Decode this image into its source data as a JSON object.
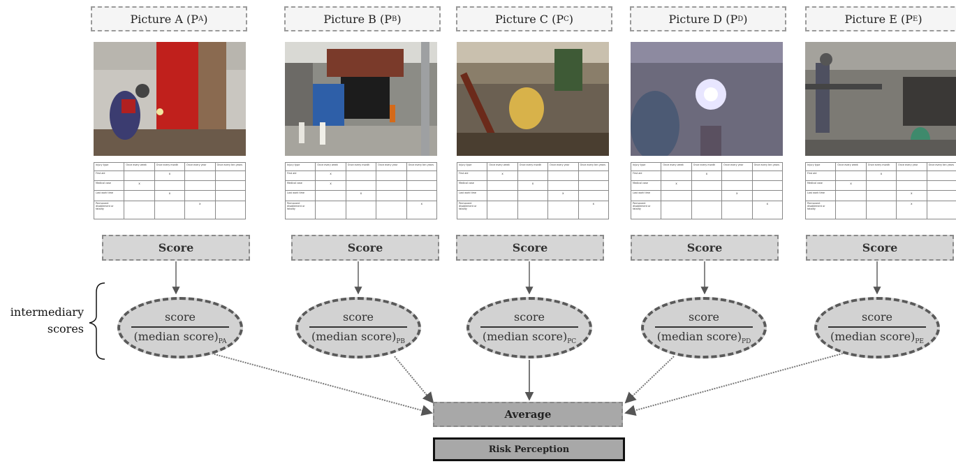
{
  "panels": [
    {
      "title_main": "Picture A (P",
      "title_sub": "A",
      "title_end": ")",
      "score": "Score",
      "ellipse_num": "score",
      "ellipse_den": "(median score)",
      "ellipse_sub": "PA"
    },
    {
      "title_main": "Picture B (P",
      "title_sub": "B",
      "title_end": ")",
      "score": "Score",
      "ellipse_num": "score",
      "ellipse_den": "(median score)",
      "ellipse_sub": "PB"
    },
    {
      "title_main": "Picture C (P",
      "title_sub": "C",
      "title_end": ")",
      "score": "Score",
      "ellipse_num": "score",
      "ellipse_den": "(median score)",
      "ellipse_sub": "PC"
    },
    {
      "title_main": "Picture D (P",
      "title_sub": "D",
      "title_end": ")",
      "score": "Score",
      "ellipse_num": "score",
      "ellipse_den": "(median score)",
      "ellipse_sub": "PD"
    },
    {
      "title_main": "Picture E (P",
      "title_sub": "E",
      "title_end": ")",
      "score": "Score",
      "ellipse_num": "score",
      "ellipse_den": "(median score)",
      "ellipse_sub": "PE"
    }
  ],
  "survey": {
    "headers": [
      "Injury type",
      "Once every week",
      "Once every month",
      "Once every year",
      "Once every ten years"
    ],
    "rows": [
      "First aid",
      "Medical case",
      "Lost work time",
      "Permanent disablement or fatality"
    ]
  },
  "side_label": {
    "line1": "intermediary",
    "line2": "scores"
  },
  "average": "Average",
  "risk_perception": "Risk Perception"
}
